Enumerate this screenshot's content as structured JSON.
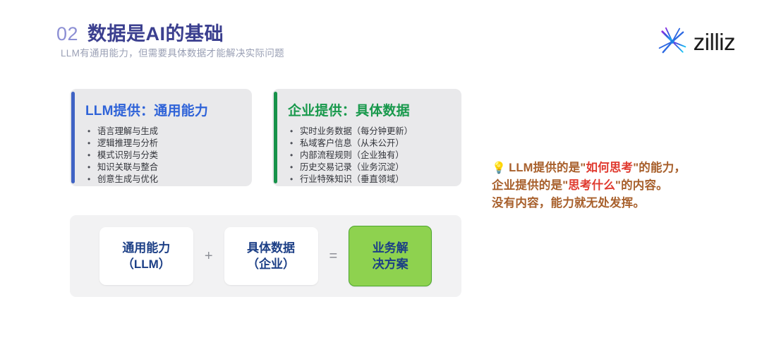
{
  "header": {
    "number": "02",
    "title": "数据是AI的基础",
    "subtitle": "LLM有通用能力，但需要具体数据才能解决实际问题"
  },
  "logo": {
    "wordmark": "zilliz",
    "mark_icon": "starburst-icon",
    "mark_color_start": "#7a3ff0",
    "mark_color_end": "#16c2f0"
  },
  "cards": [
    {
      "id": "llm",
      "title": "LLM提供：通用能力",
      "accent_color": "#3f63c4",
      "title_color": "#2f63d8",
      "items": [
        "语言理解与生成",
        "逻辑推理与分析",
        "模式识别与分类",
        "知识关联与整合",
        "创意生成与优化"
      ]
    },
    {
      "id": "enterprise",
      "title": "企业提供：具体数据",
      "accent_color": "#17924a",
      "title_color": "#18994c",
      "items": [
        "实时业务数据（每分钟更新）",
        "私域客户信息（从未公开）",
        "内部流程规则（企业独有）",
        "历史交易记录（业务沉淀）",
        "行业特殊知识（垂直领域）"
      ]
    }
  ],
  "equation": {
    "term1_line1": "通用能力",
    "term1_line2": "（LLM）",
    "operator_plus": "+",
    "term2_line1": "具体数据",
    "term2_line2": "（企业）",
    "operator_equals": "=",
    "result_line1": "业务解",
    "result_line2": "决方案",
    "result_bg": "#8ed24f",
    "result_border": "#4ea72e"
  },
  "callout": {
    "icon": "lightbulb-icon",
    "icon_glyph": "💡",
    "base_color": "#a8602c",
    "highlight_color": "#e03a2f",
    "line1_a": "LLM提供的是\"",
    "line1_hl": "如何思考",
    "line1_b": "\"的能力，",
    "line2_a": "企业提供的是\"",
    "line2_hl": "思考什么",
    "line2_b": "\"的内容。",
    "line3": "没有内容，能力就无处发挥。"
  }
}
